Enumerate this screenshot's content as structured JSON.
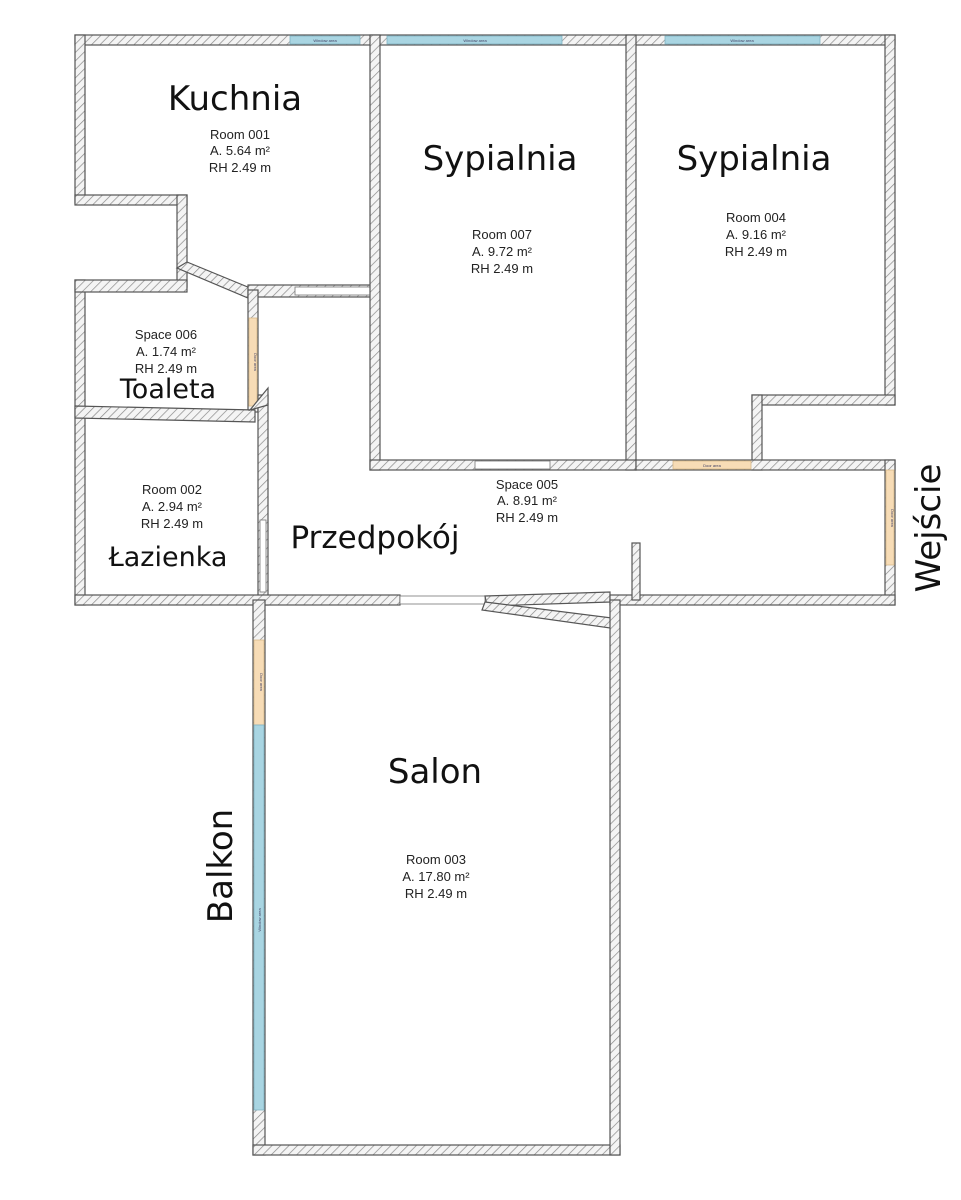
{
  "rooms": [
    {
      "name": "Kuchnia",
      "id": "Room 001",
      "area": "A. 5.64 m²",
      "height": "RH 2.49 m"
    },
    {
      "name": "Sypialnia",
      "id": "Room 007",
      "area": "A. 9.72 m²",
      "height": "RH 2.49 m"
    },
    {
      "name": "Sypialnia",
      "id": "Room 004",
      "area": "A. 9.16 m²",
      "height": "RH 2.49 m"
    },
    {
      "name": "Toaleta",
      "id": "Space 006",
      "area": "A. 1.74 m²",
      "height": "RH 2.49 m"
    },
    {
      "name": "Łazienka",
      "id": "Room 002",
      "area": "A. 2.94 m²",
      "height": "RH 2.49 m"
    },
    {
      "name": "Przedpokój",
      "id": "Space 005",
      "area": "A. 8.91 m²",
      "height": "RH 2.49 m"
    },
    {
      "name": "Salon",
      "id": "Room 003",
      "area": "A. 17.80 m²",
      "height": "RH 2.49 m"
    }
  ],
  "outside_labels": {
    "entrance": "Wejście",
    "balcony": "Balkon"
  },
  "openings": {
    "window": "Window area",
    "door": "Door area"
  },
  "colors": {
    "window": "#a9d5e2",
    "door": "#f7dcb6",
    "wall_hatch": "#555555"
  }
}
